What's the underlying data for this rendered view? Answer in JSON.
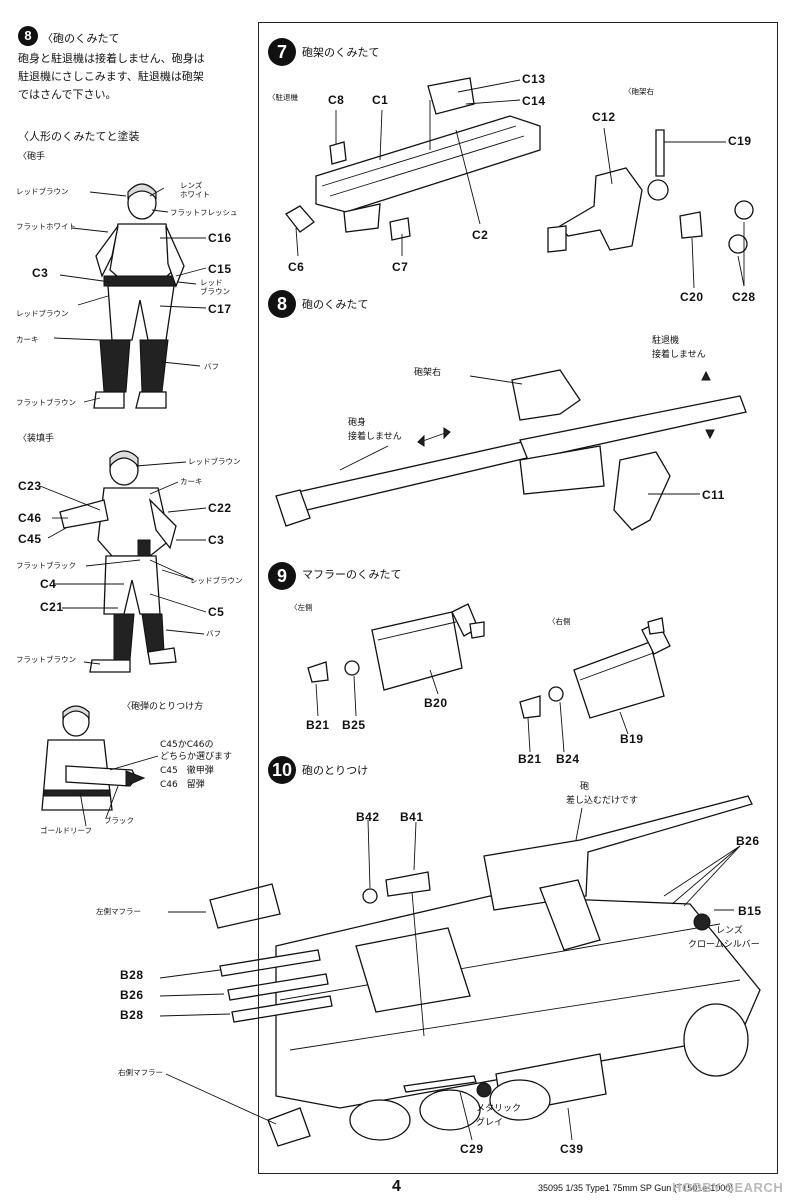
{
  "left_column": {
    "step8": {
      "number": "8",
      "title": "〈砲のくみたて",
      "body": [
        "砲身と駐退機は接着しません、砲身は",
        "駐退機にさしこみます、駐退機は砲架",
        "ではさんで下さい。"
      ]
    },
    "figures_heading": "〈人形のくみたてと塗装",
    "gunner": {
      "title": "〈砲手",
      "colors_left": [
        "レッドブラウン",
        "フラットホワイト",
        "レッドブラウン",
        "カーキ",
        "フラットブラウン"
      ],
      "part_c3": "C3",
      "lens_white": "レンズ\nホワイト",
      "flat_flesh": "フラットフレッシュ",
      "c16": "C16",
      "c15": "C15",
      "red_brown": "レッド\nブラウン",
      "c17": "C17",
      "buff": "バフ"
    },
    "loader": {
      "title": "〈装填手",
      "red_brown_top": "レッドブラウン",
      "khaki": "カーキ",
      "c23": "C23",
      "c22": "C22",
      "c46": "C46",
      "c45": "C45",
      "c3": "C3",
      "flat_black": "フラットブラック",
      "red_brown_mid": "レッドブラウン",
      "c4": "C4",
      "c21": "C21",
      "c5": "C5",
      "buff": "バフ",
      "flat_brown": "フラットブラウン"
    },
    "shell": {
      "title": "〈砲弾のとりつけ方",
      "note": [
        "C45かC46の",
        "どちらか選びます",
        "C45　徹甲弾",
        "C46　留弾"
      ],
      "black": "ブラック",
      "gold_leaf": "ゴールドリーフ"
    }
  },
  "step7": {
    "number": "7",
    "title": "砲架のくみたて",
    "recoil_label": "〈駐退機",
    "cradle_label": "〈砲架右",
    "parts": {
      "c13": "C13",
      "c14": "C14",
      "c8": "C8",
      "c1": "C1",
      "c2": "C2",
      "c6": "C6",
      "c7": "C7",
      "c12": "C12",
      "c19": "C19",
      "c20": "C20",
      "c28": "C28"
    }
  },
  "step8": {
    "number": "8",
    "title": "砲のくみたて",
    "cradle_right": "砲架右",
    "recoil_note": [
      "駐退機",
      "接着しません"
    ],
    "barrel_note": [
      "砲身",
      "接着しません"
    ],
    "c11": "C11"
  },
  "step9": {
    "number": "9",
    "title": "マフラーのくみたて",
    "left_side": "〈左側",
    "right_side": "〈右側",
    "parts": {
      "b20": "B20",
      "b21a": "B21",
      "b25": "B25",
      "b19": "B19",
      "b21b": "B21",
      "b24": "B24"
    }
  },
  "step10": {
    "number": "10",
    "title": "砲のとりつけ",
    "gun_note": [
      "砲",
      "差し込むだけです"
    ],
    "left_muffler": "左側マフラー",
    "right_muffler": "右側マフラー",
    "lens_chrome": [
      "レンズ",
      "クロームシルバー"
    ],
    "metallic_grey": [
      "メタリック",
      "グレイ"
    ],
    "parts": {
      "b42": "B42",
      "b41": "B41",
      "b26a": "B26",
      "b15": "B15",
      "b28a": "B28",
      "b26b": "B26",
      "b28b": "B28",
      "c29": "C29",
      "c39": "C39"
    }
  },
  "footer": {
    "page_number": "4",
    "product": "35095  1/35 Type1 75mm SP Gun (T1501e-1000)",
    "watermark": "HOBBY SEARCH"
  }
}
